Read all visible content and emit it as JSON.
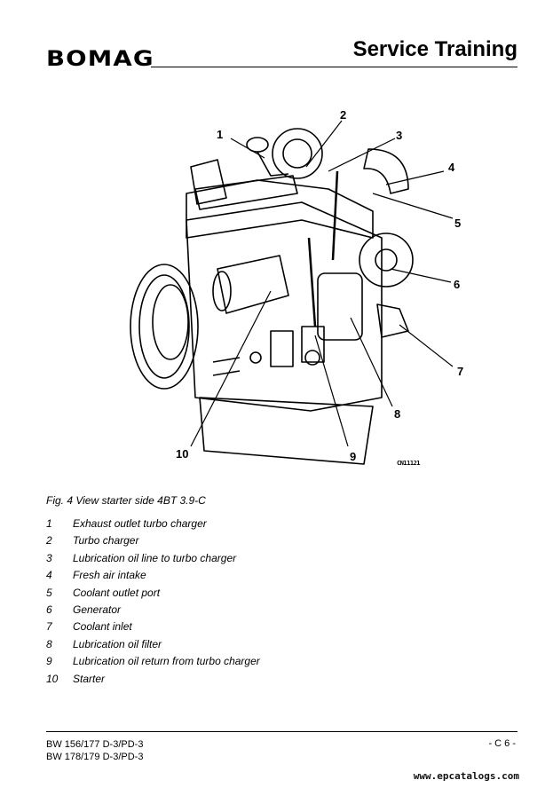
{
  "header": {
    "logo": "BOMAG",
    "title": "Service Training"
  },
  "figure": {
    "callouts": [
      "1",
      "2",
      "3",
      "4",
      "5",
      "6",
      "7",
      "8",
      "9",
      "10"
    ],
    "code": "CN11121",
    "caption": "Fig. 4 View starter side 4BT 3.9-C"
  },
  "legend": [
    {
      "num": "1",
      "text": "Exhaust outlet turbo charger"
    },
    {
      "num": "2",
      "text": "Turbo charger"
    },
    {
      "num": "3",
      "text": "Lubrication oil line to turbo charger"
    },
    {
      "num": "4",
      "text": "Fresh air intake"
    },
    {
      "num": "5",
      "text": "Coolant outlet port"
    },
    {
      "num": "6",
      "text": "Generator"
    },
    {
      "num": "7",
      "text": "Coolant inlet"
    },
    {
      "num": "8",
      "text": "Lubrication oil filter"
    },
    {
      "num": "9",
      "text": "Lubrication oil return from turbo charger"
    },
    {
      "num": "10",
      "text": "Starter"
    }
  ],
  "footer": {
    "line1": "BW 156/177 D-3/PD-3",
    "line2": "BW 178/179 D-3/PD-3",
    "page": "- C 6 -",
    "watermark": "www.epcatalogs.com"
  }
}
